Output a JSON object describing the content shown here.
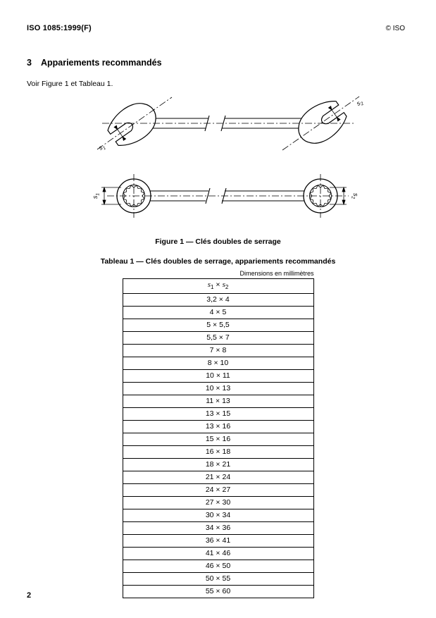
{
  "header": {
    "reference": "ISO 1085:1999(F)",
    "copyright": "© ISO"
  },
  "section": {
    "number": "3",
    "title": "Appariements recommandés",
    "intro": "Voir Figure 1 et Tableau 1."
  },
  "figure": {
    "caption": "Figure 1 — Clés doubles de serrage",
    "labels": {
      "top_left": {
        "sym": "s",
        "sub": "1"
      },
      "top_right": {
        "sym": "s",
        "sub": "2"
      },
      "bottom_left": {
        "sym": "s",
        "sub": "1"
      },
      "bottom_right": {
        "sym": "s",
        "sub": "2"
      }
    }
  },
  "table": {
    "title": "Tableau 1 — Clés doubles de serrage, appariements recommandés",
    "dimensions_note": "Dimensions en millimètres",
    "header": {
      "sym1": "s",
      "sub1": "1",
      "times": "×",
      "sym2": "s",
      "sub2": "2"
    },
    "rows": [
      "3,2 × 4",
      "4 × 5",
      "5 × 5,5",
      "5,5 × 7",
      "7 × 8",
      "8 × 10",
      "10 × 11",
      "10 × 13",
      "11 × 13",
      "13 × 15",
      "13 × 16",
      "15 × 16",
      "16 × 18",
      "18 × 21",
      "21 × 24",
      "24 × 27",
      "27 × 30",
      "30 × 34",
      "34 × 36",
      "36 × 41",
      "41 × 46",
      "46 × 50",
      "50 × 55",
      "55 × 60"
    ]
  },
  "footer": {
    "page_number": "2"
  }
}
